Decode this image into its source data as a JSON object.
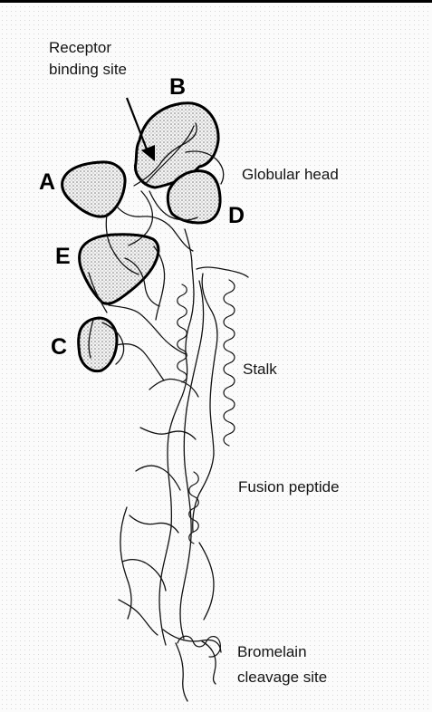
{
  "diagram": {
    "labels": {
      "receptor_line1": "Receptor",
      "receptor_line2": "binding site",
      "globular_head": "Globular head",
      "stalk": "Stalk",
      "fusion_peptide": "Fusion peptide",
      "bromelain_line1": "Bromelain",
      "bromelain_line2": "cleavage site"
    },
    "antigenic_sites": {
      "a": "A",
      "b": "B",
      "c": "C",
      "d": "D",
      "e": "E"
    }
  },
  "colors": {
    "ink": "#111111",
    "site_fill": "#b9b9b9",
    "background": "#fbfbfb"
  }
}
